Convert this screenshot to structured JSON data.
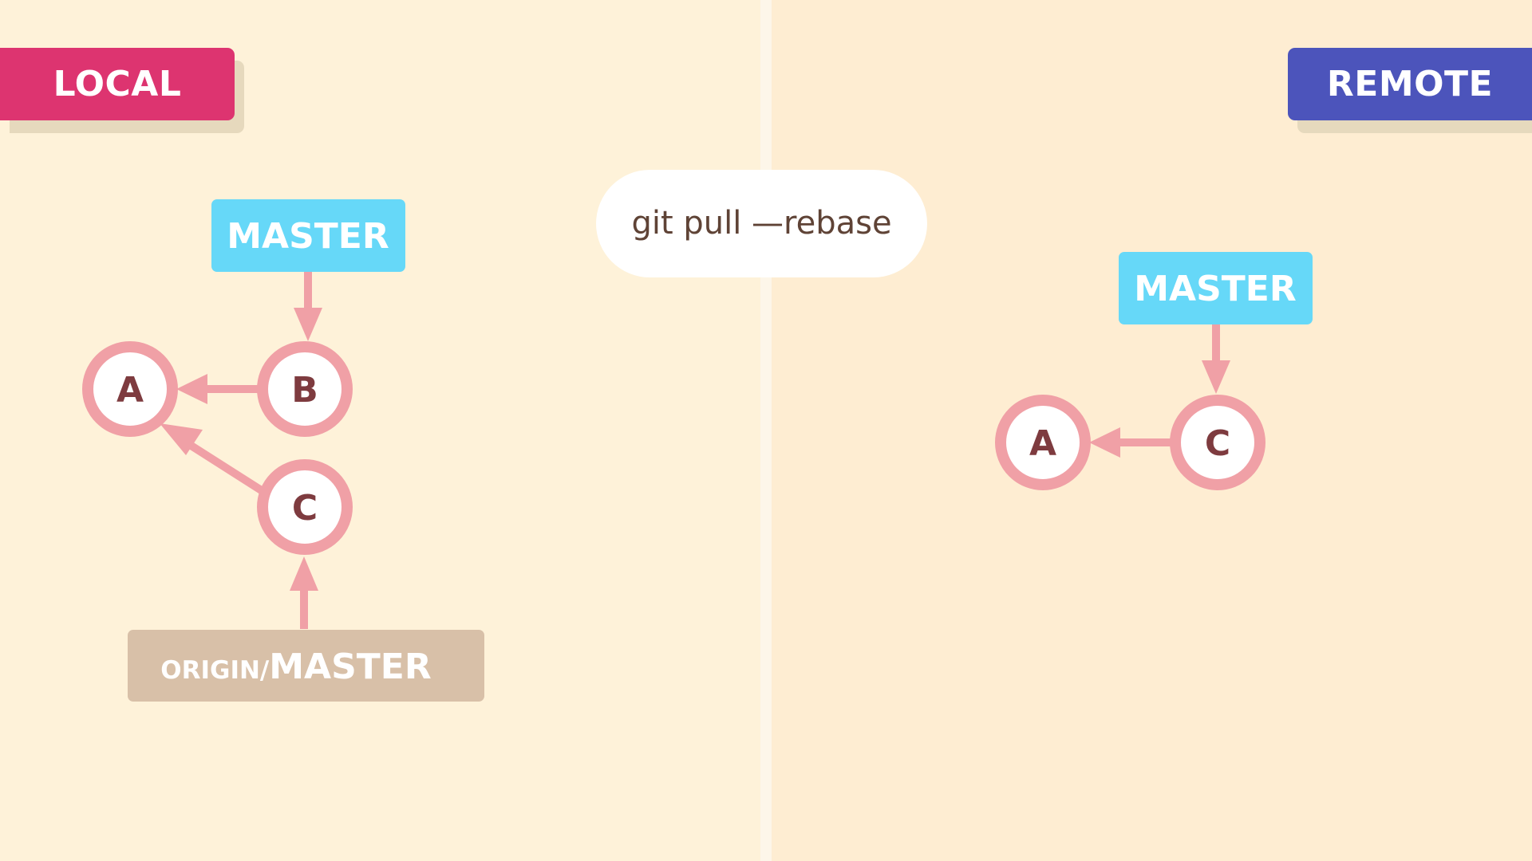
{
  "local_label": "LOCAL",
  "remote_label": "REMOTE",
  "command": "git pull —rebase",
  "local": {
    "master_label": "MASTER",
    "origin_prefix": "ORIGIN/",
    "origin_branch": "MASTER",
    "commits": [
      "A",
      "B",
      "C"
    ]
  },
  "remote": {
    "master_label": "MASTER",
    "commits": [
      "A",
      "C"
    ]
  },
  "colors": {
    "local": "#dd3470",
    "remote": "#4c54bb",
    "branch": "#66d8f8",
    "origin_branch": "#d8c0a8",
    "commit_ring": "#f0a0a6",
    "commit_text": "#7e3b3f",
    "arrow": "#f0a0a6"
  }
}
